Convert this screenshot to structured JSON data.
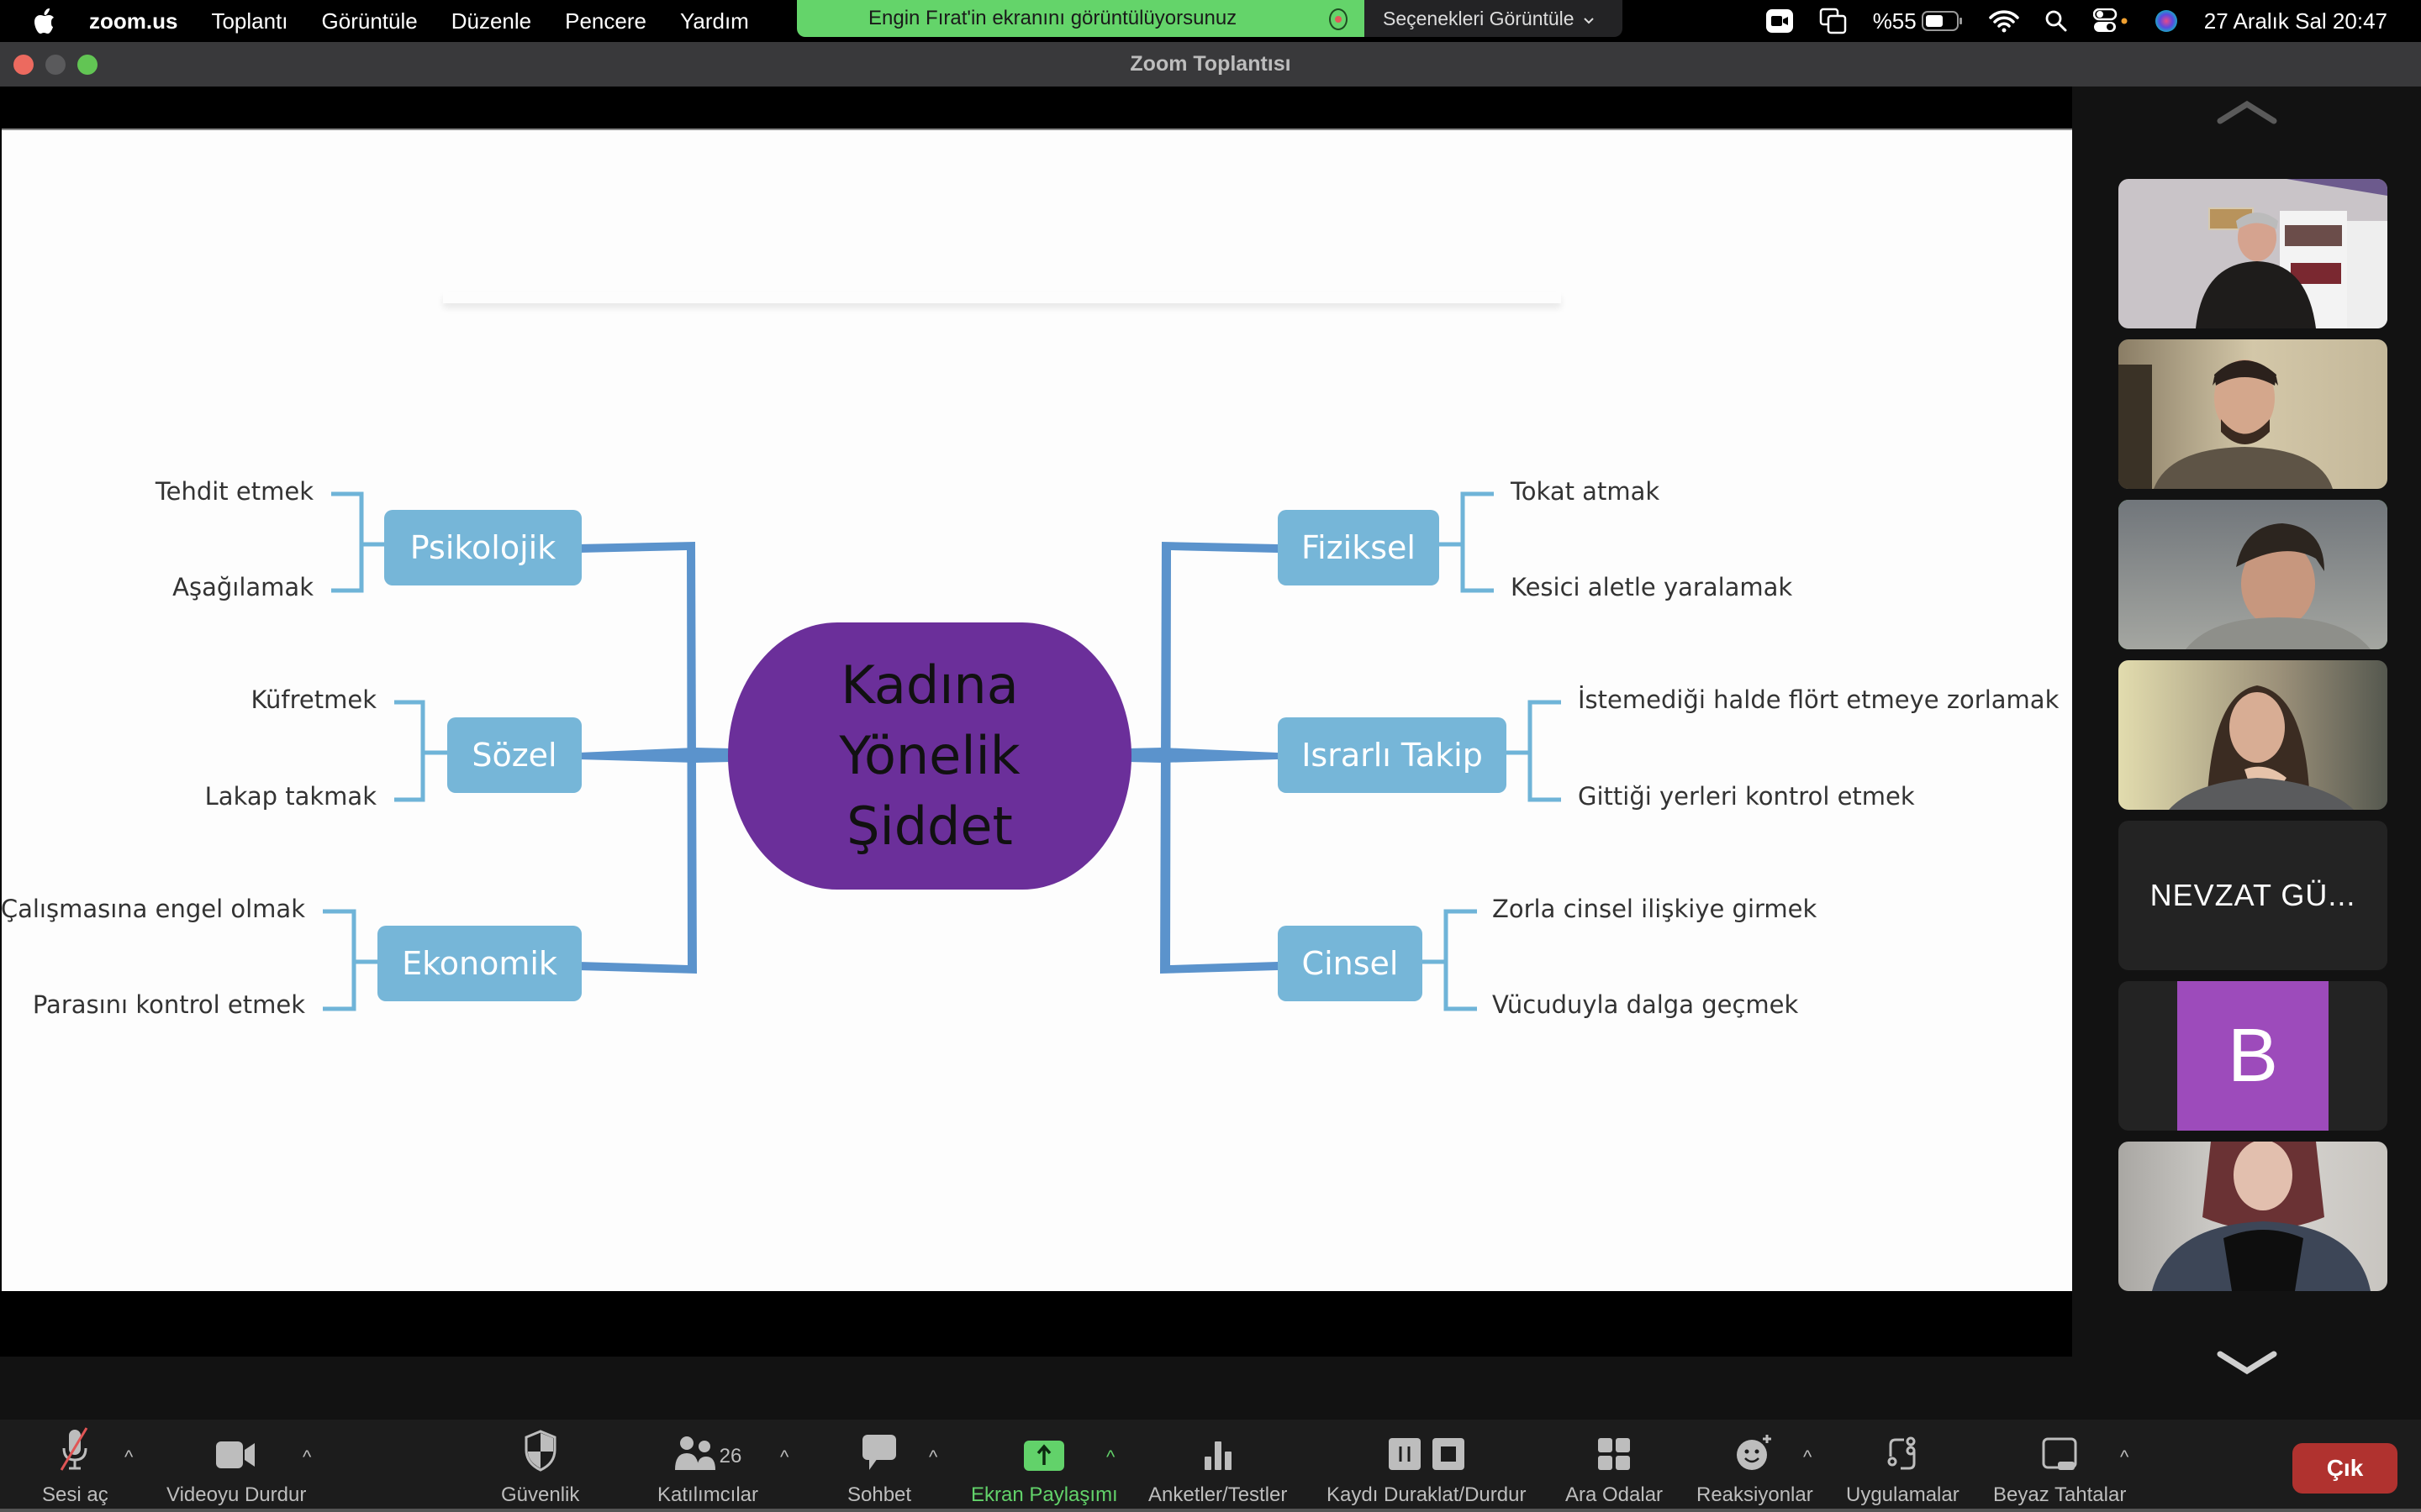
{
  "menubar": {
    "app_name": "zoom.us",
    "items": [
      "Toplantı",
      "Görüntüle",
      "Düzenle",
      "Pencere",
      "Yardım"
    ],
    "share_banner": {
      "text": "Engin Fırat'in ekranını görüntülüyorsunuz",
      "options_label": "Seçenekleri Görüntüle"
    },
    "status": {
      "battery_percent": "%55",
      "datetime": "27 Aralık Sal  20:47"
    }
  },
  "window": {
    "title": "Zoom Toplantısı"
  },
  "mindmap": {
    "center": [
      "Kadına",
      "Yönelik",
      "Şiddet"
    ],
    "branches": [
      {
        "label": "Psikolojik",
        "side": "left",
        "leaves": [
          "Tehdit etmek",
          "Aşağılamak"
        ]
      },
      {
        "label": "Sözel",
        "side": "left",
        "leaves": [
          "Küfretmek",
          "Lakap takmak"
        ]
      },
      {
        "label": "Ekonomik",
        "side": "left",
        "leaves": [
          "Çalışmasına engel olmak",
          "Parasını kontrol etmek"
        ]
      },
      {
        "label": "Fiziksel",
        "side": "right",
        "leaves": [
          "Tokat atmak",
          "Kesici aletle yaralamak"
        ]
      },
      {
        "label": "Israrlı Takip",
        "side": "right",
        "leaves": [
          "İstemediği halde flört etmeye zorlamak",
          "Gittiği yerleri kontrol etmek"
        ]
      },
      {
        "label": "Cinsel",
        "side": "right",
        "leaves": [
          "Zorla cinsel ilişkiye girmek",
          "Vücuduyla dalga geçmek"
        ]
      }
    ],
    "colors": {
      "center": "#6b2f9a",
      "node": "#76b6d8",
      "connector": "#5b93cc",
      "leaf_line": "#6fb4d8"
    }
  },
  "participants": [
    {
      "type": "video",
      "desc": "older man with glasses, bookshelf background"
    },
    {
      "type": "video",
      "desc": "young bearded man"
    },
    {
      "type": "video",
      "desc": "active speaker",
      "active": true
    },
    {
      "type": "video",
      "desc": "woman resting chin on hand"
    },
    {
      "type": "name",
      "name": "NEVZAT GÜ..."
    },
    {
      "type": "avatar",
      "initial": "B",
      "color": "#9d4bbb"
    },
    {
      "type": "video",
      "desc": "woman with headscarf"
    }
  ],
  "toolbar": {
    "unmute": "Sesi aç",
    "stop_video": "Videoyu Durdur",
    "security": "Güvenlik",
    "participants": "Katılımcılar",
    "participants_count": "26",
    "chat": "Sohbet",
    "share_screen": "Ekran Paylaşımı",
    "polls": "Anketler/Testler",
    "recording": "Kaydı Duraklat/Durdur",
    "breakout": "Ara Odalar",
    "reactions": "Reaksiyonlar",
    "apps": "Uygulamalar",
    "whiteboards": "Beyaz Tahtalar",
    "leave": "Çık"
  },
  "accent": {
    "green": "#62d26a",
    "leave_red": "#b0322f"
  }
}
